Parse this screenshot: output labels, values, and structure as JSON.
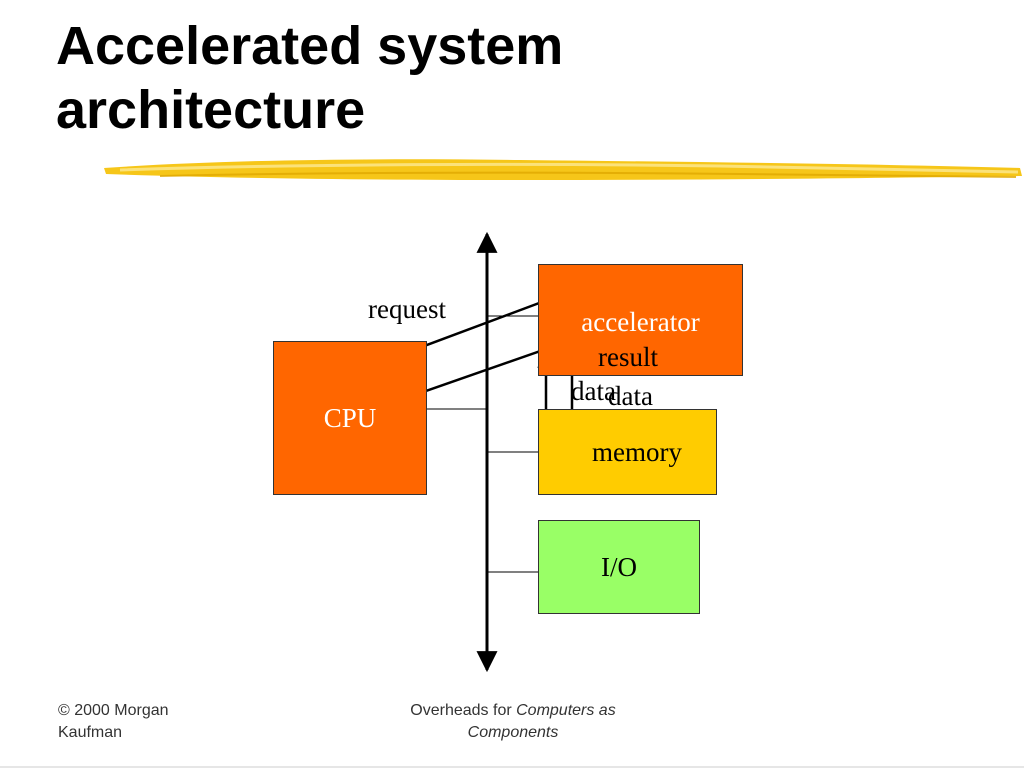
{
  "slide": {
    "title_line1": "Accelerated system",
    "title_line2": "architecture"
  },
  "diagram": {
    "blocks": {
      "cpu": {
        "label": "CPU",
        "color": "#ff6600"
      },
      "accelerator": {
        "label": "accelerator",
        "color": "#ff6600"
      },
      "memory": {
        "label": "memory",
        "color": "#ffcc00"
      },
      "io": {
        "label": "I/O",
        "color": "#99ff66"
      }
    },
    "arrow_labels": {
      "request": "request",
      "result": "result",
      "data_left": "data",
      "data_right": "data"
    }
  },
  "footer": {
    "copyright": "© 2000 Morgan Kaufman",
    "overheads_prefix": "Overheads for ",
    "book_title": "Computers as Components"
  },
  "colors": {
    "highlight_stroke": "#f5c000"
  }
}
